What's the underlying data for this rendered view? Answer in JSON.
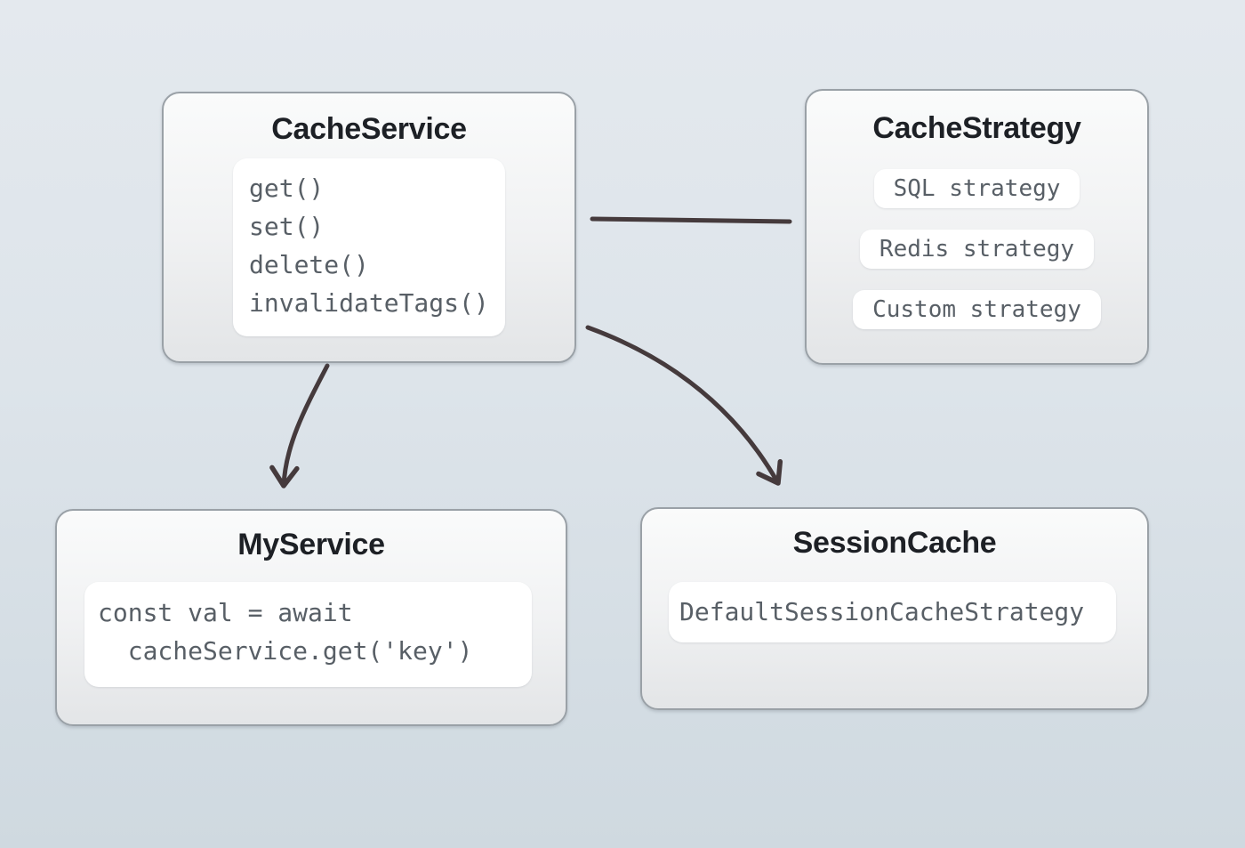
{
  "diagram": {
    "nodes": {
      "cache_service": {
        "title": "CacheService",
        "code": [
          "get()",
          "set()",
          "delete()",
          "invalidateTags()"
        ]
      },
      "cache_strategy": {
        "title": "CacheStrategy",
        "pills": [
          "SQL strategy",
          "Redis strategy",
          "Custom strategy"
        ]
      },
      "my_service": {
        "title": "MyService",
        "code": [
          "const val = await",
          "  cacheService.get('key')"
        ]
      },
      "session_cache": {
        "title": "SessionCache",
        "code": [
          "DefaultSessionCacheStrategy"
        ]
      }
    },
    "edges": [
      {
        "from": "CacheService",
        "to": "CacheStrategy",
        "style": "plain-line"
      },
      {
        "from": "CacheService",
        "to": "MyService",
        "style": "curved-arrow"
      },
      {
        "from": "CacheService",
        "to": "SessionCache",
        "style": "curved-arrow"
      }
    ],
    "colors": {
      "arrow": "#453a3c",
      "node_border": "#9aa1a7",
      "node_bg_top": "#fafbfb",
      "node_bg_bottom": "#e3e5e7",
      "card_bg": "#ffffff",
      "title_text": "#1d2025",
      "code_text": "#585f66",
      "bg_top": "#e4e9ee",
      "bg_bottom": "#cfd9e0"
    }
  }
}
